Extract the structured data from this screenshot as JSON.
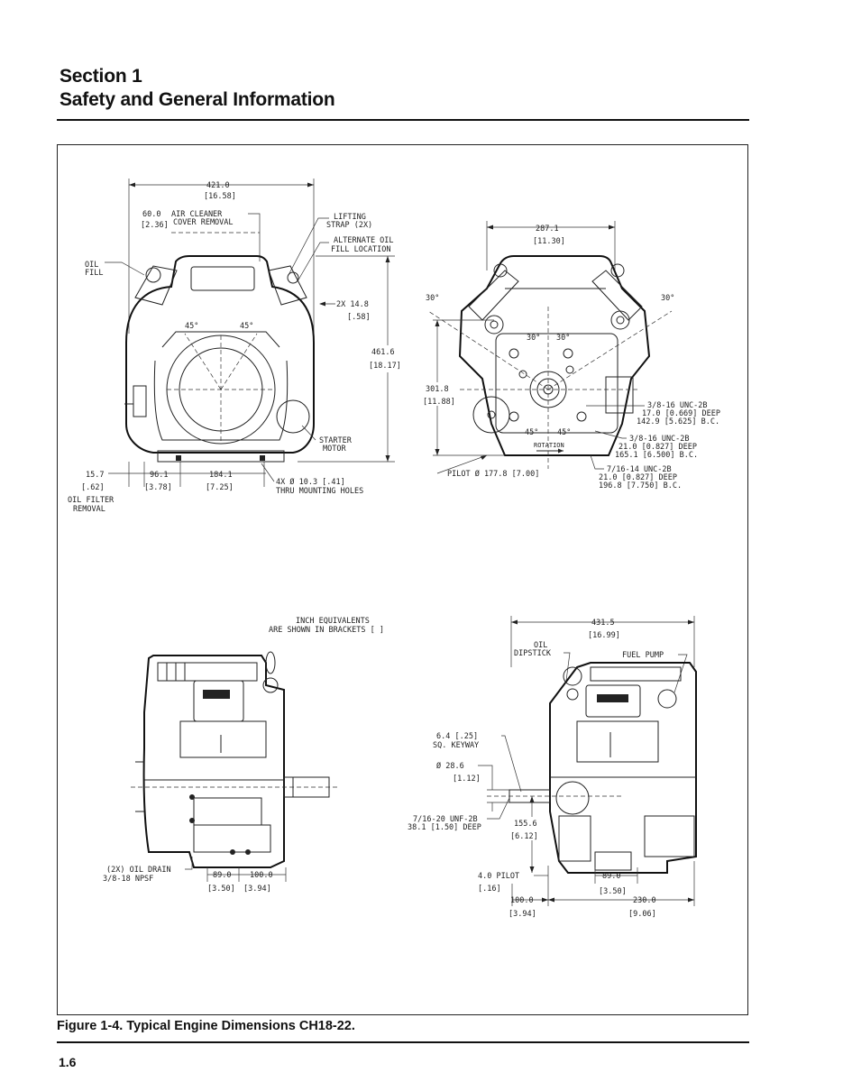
{
  "header": {
    "section": "Section 1",
    "title": "Safety and General Information"
  },
  "figure": {
    "caption": "Figure 1-4. Typical Engine Dimensions CH18-22.",
    "inch_note": [
      "INCH EQUIVALENTS",
      "ARE SHOWN IN BRACKETS [ ]"
    ],
    "top_left": {
      "width_mm": "421.0",
      "width_in": "[16.58]",
      "air_cleaner_mm": "60.0",
      "air_cleaner_in": "[2.36]",
      "air_cleaner_label_1": "AIR CLEANER",
      "air_cleaner_label_2": "COVER REMOVAL",
      "lifting_strap_1": "LIFTING",
      "lifting_strap_2": "STRAP (2X)",
      "alt_oil_fill_1": "ALTERNATE OIL",
      "alt_oil_fill_2": "FILL LOCATION",
      "oil_fill_1": "OIL",
      "oil_fill_2": "FILL",
      "clearance_mm": "2X 14.8",
      "clearance_in": "[.58]",
      "height_mm": "461.6",
      "height_in": "[18.17]",
      "angle_left": "45°",
      "angle_right": "45°",
      "starter_1": "STARTER",
      "starter_2": "MOTOR",
      "dim_a_mm": "15.7",
      "dim_a_in": "[.62]",
      "dim_b_mm": "96.1",
      "dim_b_in": "[3.78]",
      "dim_c_mm": "184.1",
      "dim_c_in": "[7.25]",
      "holes_1": "4X Ø 10.3 [.41]",
      "holes_2": "THRU MOUNTING HOLES",
      "oil_filter_1": "OIL FILTER",
      "oil_filter_2": "REMOVAL"
    },
    "top_right": {
      "width_mm": "287.1",
      "width_in": "[11.30]",
      "angle_l": "30°",
      "angle_r": "30°",
      "angle_c1": "30°",
      "angle_c2": "30°",
      "angle_b1": "45°",
      "angle_b2": "45°",
      "height_mm": "301.8",
      "height_in": "[11.88]",
      "bolt1_1": "3/8-16 UNC-2B",
      "bolt1_2": "17.0 [0.669] DEEP",
      "bolt1_3": "142.9 [5.625] B.C.",
      "bolt2_1": "3/8-16 UNC-2B",
      "bolt2_2": "21.0 [0.827] DEEP",
      "bolt2_3": "165.1 [6.500] B.C.",
      "bolt3_1": "7/16-14 UNC-2B",
      "bolt3_2": "21.0 [0.827] DEEP",
      "bolt3_3": "196.8 [7.750] B.C.",
      "rotation": "ROTATION",
      "pilot": "PILOT Ø 177.8 [7.00]"
    },
    "bottom_left": {
      "oil_drain_1": "(2X) OIL DRAIN",
      "oil_drain_2": "3/8-18 NPSF",
      "dim_a_mm": "89.0",
      "dim_a_in": "[3.50]",
      "dim_b_mm": "100.0",
      "dim_b_in": "[3.94]"
    },
    "bottom_right": {
      "width_mm": "431.5",
      "width_in": "[16.99]",
      "dipstick_1": "OIL",
      "dipstick_2": "DIPSTICK",
      "fuel_pump": "FUEL PUMP",
      "keyway_1": "6.4 [.25]",
      "keyway_2": "SQ. KEYWAY",
      "shaft_mm": "Ø 28.6",
      "shaft_in": "[1.12]",
      "thread_1": "7/16-20 UNF-2B",
      "thread_2": "38.1 [1.50] DEEP",
      "shaft_len_mm": "155.6",
      "shaft_len_in": "[6.12]",
      "pilot_mm": "4.0 PILOT",
      "pilot_in": "[.16]",
      "dim_a_mm": "89.0",
      "dim_a_in": "[3.50]",
      "dim_b_mm": "100.0",
      "dim_b_in": "[3.94]",
      "dim_c_mm": "230.0",
      "dim_c_in": "[9.06]"
    }
  },
  "page_number": "1.6"
}
